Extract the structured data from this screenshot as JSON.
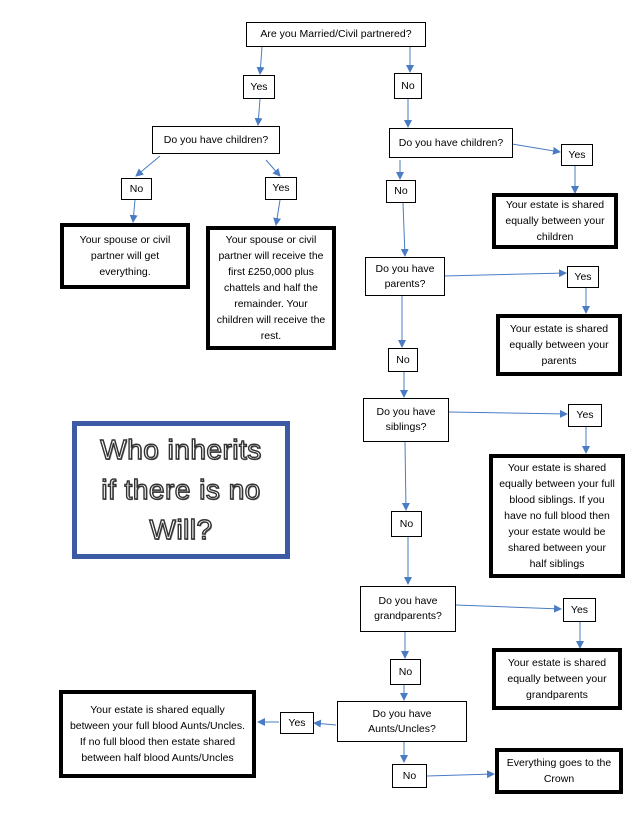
{
  "title": "Who inherits if there is no Will?",
  "nodes": {
    "q_married": "Are you Married/Civil partnered?",
    "yes_married": "Yes",
    "no_married": "No",
    "q_children_married": "Do you have children?",
    "no_children_married": "No",
    "yes_children_married": "Yes",
    "out_spouse_all": "Your spouse or civil partner will get everything.",
    "out_spouse_250k": "Your spouse or civil partner will receive the first £250,000 plus chattels and half the remainder.  Your children will receive the rest.",
    "q_children_single": "Do you have children?",
    "yes_children_single": "Yes",
    "no_children_single": "No",
    "out_children": "Your estate is shared equally between your children",
    "q_parents": "Do you have parents?",
    "yes_parents": "Yes",
    "no_parents": "No",
    "out_parents": "Your estate is shared equally between your parents",
    "q_siblings": "Do you have siblings?",
    "yes_siblings": "Yes",
    "no_siblings": "No",
    "out_siblings": "Your estate is shared equally between your full blood siblings.  If you have no full blood then your estate would be shared between your half siblings",
    "q_grandparents": "Do you have grandparents?",
    "yes_grandparents": "Yes",
    "no_grandparents": "No",
    "out_grandparents": "Your estate is shared equally between your grandparents",
    "q_aunts": "Do you have Aunts/Uncles?",
    "yes_aunts": "Yes",
    "no_aunts": "No",
    "out_aunts": "Your estate is shared equally between your full blood Aunts/Uncles.  If no full blood then estate shared between half blood Aunts/Uncles",
    "out_crown": "Everything goes to the Crown"
  },
  "colors": {
    "arrow": "#4a7cc4",
    "title_border": "#3b5ba4",
    "border": "#000000"
  }
}
